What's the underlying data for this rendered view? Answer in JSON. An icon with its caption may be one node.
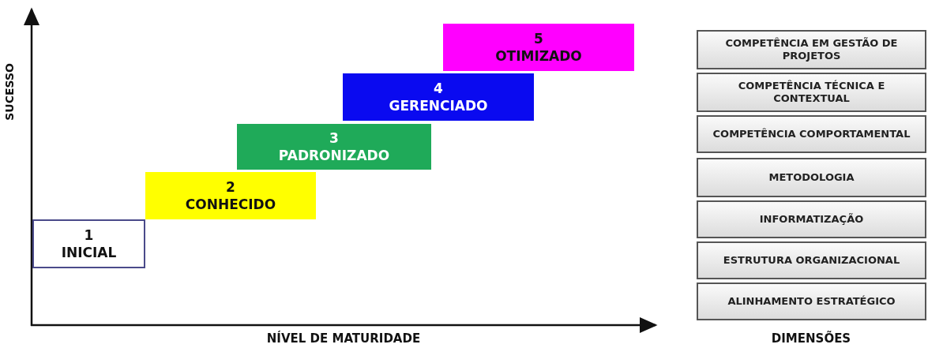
{
  "diagram": {
    "nodes": [
      {
        "text": [
          "1",
          "INICIAL"
        ]
      },
      {
        "text": [
          "2",
          "CONHECIDO"
        ]
      },
      {
        "text": [
          "3",
          "PADRONIZADO"
        ]
      },
      {
        "text": [
          "4",
          "GERENCIADO"
        ]
      },
      {
        "text": [
          "5",
          "OTIMIZADO"
        ]
      },
      {
        "text": [
          "COMPETÊNCIA EM GESTÃO DE PROJETOS"
        ]
      },
      {
        "text": [
          "COMPETÊNCIA TÉCNICA E CONTEXTUAL"
        ]
      },
      {
        "text": [
          "COMPETÊNCIA COMPORTAMENTAL"
        ]
      },
      {
        "text": [
          "METODOLOGIA"
        ]
      },
      {
        "text": [
          "INFORMATIZAÇÃO"
        ]
      },
      {
        "text": [
          "ESTRUTURA ORGANIZACIONAL"
        ]
      },
      {
        "text": [
          "ALINHAMENTO ESTRATÉGICO"
        ]
      }
    ],
    "edges": [],
    "labels": [
      "SUCESSO",
      "NÍVEL DE MATURIDADE",
      "DIMENSÕES"
    ]
  }
}
